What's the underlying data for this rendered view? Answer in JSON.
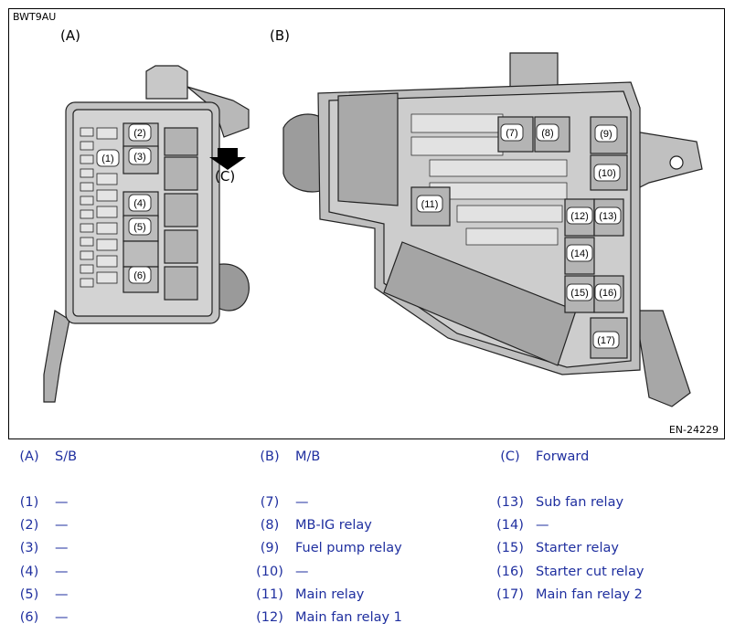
{
  "figure": {
    "id": "BWT9AU",
    "code": "EN-24229",
    "panel_a_label": "(A)",
    "panel_b_label": "(B)",
    "direction_label": "(C)"
  },
  "callouts": [
    "(1)",
    "(2)",
    "(3)",
    "(4)",
    "(5)",
    "(6)",
    "(7)",
    "(8)",
    "(9)",
    "(10)",
    "(11)",
    "(12)",
    "(13)",
    "(14)",
    "(15)",
    "(16)",
    "(17)"
  ],
  "legend": {
    "header": [
      {
        "num": "(A)",
        "text": "S/B"
      },
      {
        "num": "(B)",
        "text": "M/B"
      },
      {
        "num": "(C)",
        "text": "Forward"
      }
    ],
    "col1": [
      {
        "num": "(1)",
        "text": "—"
      },
      {
        "num": "(2)",
        "text": "—"
      },
      {
        "num": "(3)",
        "text": "—"
      },
      {
        "num": "(4)",
        "text": "—"
      },
      {
        "num": "(5)",
        "text": "—"
      },
      {
        "num": "(6)",
        "text": "—"
      }
    ],
    "col2": [
      {
        "num": "(7)",
        "text": "—"
      },
      {
        "num": "(8)",
        "text": "MB-IG relay"
      },
      {
        "num": "(9)",
        "text": "Fuel pump relay"
      },
      {
        "num": "(10)",
        "text": "—"
      },
      {
        "num": "(11)",
        "text": "Main relay"
      },
      {
        "num": "(12)",
        "text": "Main fan relay 1"
      }
    ],
    "col3": [
      {
        "num": "(13)",
        "text": "Sub fan relay"
      },
      {
        "num": "(14)",
        "text": "—"
      },
      {
        "num": "(15)",
        "text": "Starter relay"
      },
      {
        "num": "(16)",
        "text": "Starter cut relay"
      },
      {
        "num": "(17)",
        "text": "Main fan relay 2"
      }
    ]
  },
  "colors": {
    "legend_text": "#1f2f9f",
    "housing": "#bdbdbd",
    "housing_dark": "#8f8f8f"
  }
}
